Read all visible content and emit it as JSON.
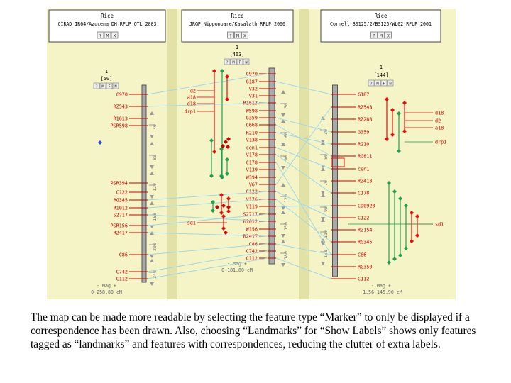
{
  "maps": [
    {
      "species": "Rice",
      "name": "CIRAD IR64/Azucena DH RFLP QTL 2003",
      "id": "1",
      "count": "[50]",
      "range": "0-258.80 cM",
      "mag": "- Mag +",
      "buttons": [
        "?",
        "M",
        "X"
      ],
      "tools": [
        "?",
        "M",
        "F",
        "N"
      ],
      "ticks": [
        "40",
        "80",
        "120",
        "160",
        "200",
        "240"
      ],
      "markers": [
        "C970",
        "RZ543",
        "R1613",
        "PSR598",
        "PSR394",
        "C122",
        "RG345",
        "R1012",
        "S2717",
        "PSR156",
        "R2417",
        "C86",
        "C742",
        "C112"
      ]
    },
    {
      "species": "Rice",
      "name": "JRGP Nipponbare/Kasalath RFLP 2000",
      "id": "1",
      "count": "[463]",
      "range": "0-181.80 cM",
      "mag": "- Mag +",
      "buttons": [
        "?",
        "M",
        "X"
      ],
      "tools": [
        "?",
        "M",
        "F",
        "N"
      ],
      "ticks": [
        "30",
        "60",
        "90",
        "120",
        "150",
        "180"
      ],
      "markers": [
        "C970",
        "G187",
        "V32",
        "V31",
        "R1613",
        "W598",
        "G359",
        "C668",
        "R210",
        "V138",
        "cen1",
        "V178",
        "C178",
        "V139",
        "W394",
        "V67",
        "C122",
        "V176",
        "V119",
        "S2717",
        "R1012",
        "W156",
        "R2417",
        "C86",
        "C742",
        "C112"
      ],
      "qtl_labels": [
        "d2",
        "a18",
        "d18",
        "drp1",
        "sd1"
      ]
    },
    {
      "species": "Rice",
      "name": "Cornell BS125/2/BS125/WL02 RFLP 2001",
      "id": "1",
      "count": "[144]",
      "range": "-1.56-145.90 cM",
      "mag": "- Mag +",
      "buttons": [
        "?",
        "M",
        "X"
      ],
      "tools": [
        "?",
        "M",
        "F",
        "N"
      ],
      "ticks": [
        "30",
        "50",
        "70",
        "90",
        "110",
        "130"
      ],
      "markers": [
        "G187",
        "RZ543",
        "RZ288",
        "G359",
        "R210",
        "RG811",
        "cen1",
        "RZ413",
        "C178",
        "CD0920",
        "C122",
        "RZ154",
        "RG345",
        "C86",
        "RG350",
        "C112"
      ],
      "qtl_labels": [
        "d18",
        "d2",
        "a18",
        "drp1",
        "sd1"
      ]
    }
  ],
  "colors": {
    "panel": "#f4f4c6",
    "divider": "#e2e2a6",
    "line": "#9fd8e8",
    "qtl_red": "#e01010",
    "qtl_green": "#20a050",
    "marker_red": "#cc0000",
    "chromosome": "#aaaaaa"
  },
  "caption": "The map can be made more readable by selecting the feature type “Marker” to only be displayed if a correspondence has been drawn.  Also, choosing “Landmarks” for “Show Labels” shows only features tagged as “landmarks” and features with correspondences, reducing the clutter of extra labels."
}
